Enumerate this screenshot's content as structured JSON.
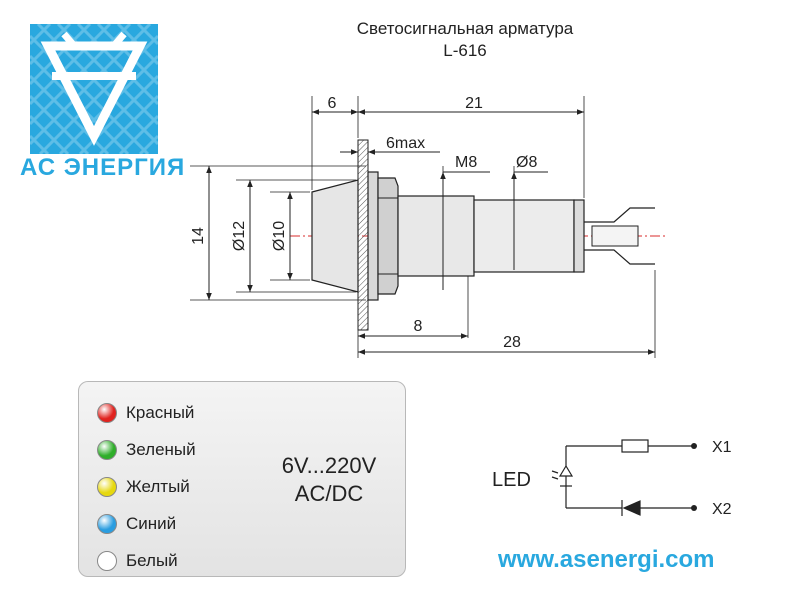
{
  "title": {
    "line1": "Светосигнальная арматура",
    "line2": "L-616"
  },
  "brand": {
    "name": "АС ЭНЕРГИЯ",
    "url": "www.asenergi.com",
    "color": "#29a8df"
  },
  "dimensions": {
    "d6": "6",
    "d21": "21",
    "d6max": "6max",
    "m8": "M8",
    "phi8": "Ø8",
    "d14": "14",
    "phi12": "Ø12",
    "phi10": "Ø10",
    "d8": "8",
    "d28": "28"
  },
  "legend": {
    "colors": [
      {
        "label": "Красный",
        "color": "#e0231f"
      },
      {
        "label": "Зеленый",
        "color": "#2fae2a"
      },
      {
        "label": "Желтый",
        "color": "#e6d80f"
      },
      {
        "label": "Синий",
        "color": "#2a9de0"
      },
      {
        "label": "Белый",
        "color": "#ffffff"
      }
    ],
    "voltage_line1": "6V...220V",
    "voltage_line2": "AC/DC"
  },
  "circuit": {
    "led_label": "LED",
    "terminal1": "X1",
    "terminal2": "X2"
  }
}
